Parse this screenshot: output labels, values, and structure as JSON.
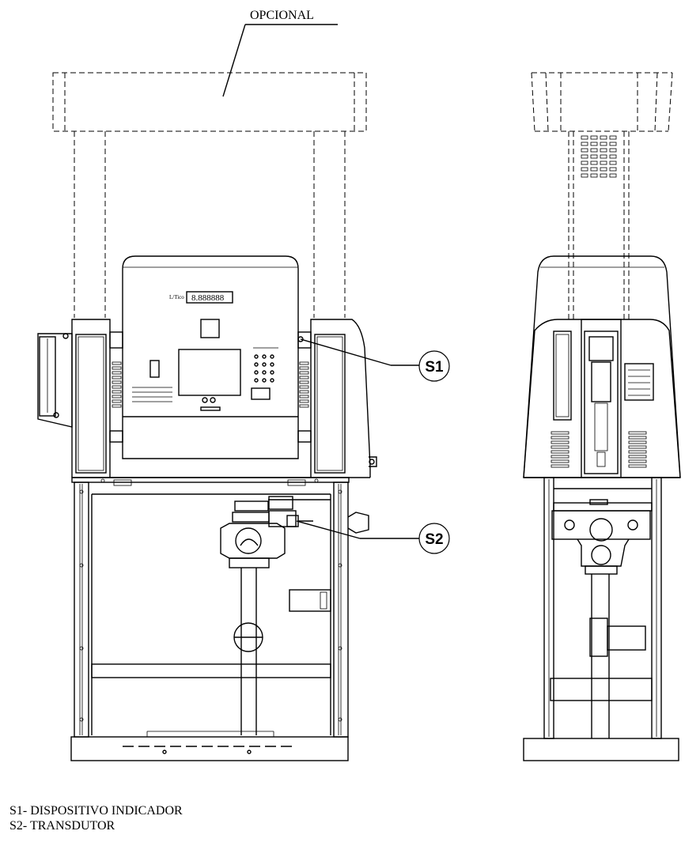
{
  "optional_label": "OPCIONAL",
  "callouts": [
    {
      "id": "S1",
      "label": "S1"
    },
    {
      "id": "S2",
      "label": "S2"
    }
  ],
  "display_readout": "8.888888",
  "legend": [
    {
      "text": "S1- DISPOSITIVO INDICADOR"
    },
    {
      "text": "S2- TRANSDUTOR"
    }
  ]
}
